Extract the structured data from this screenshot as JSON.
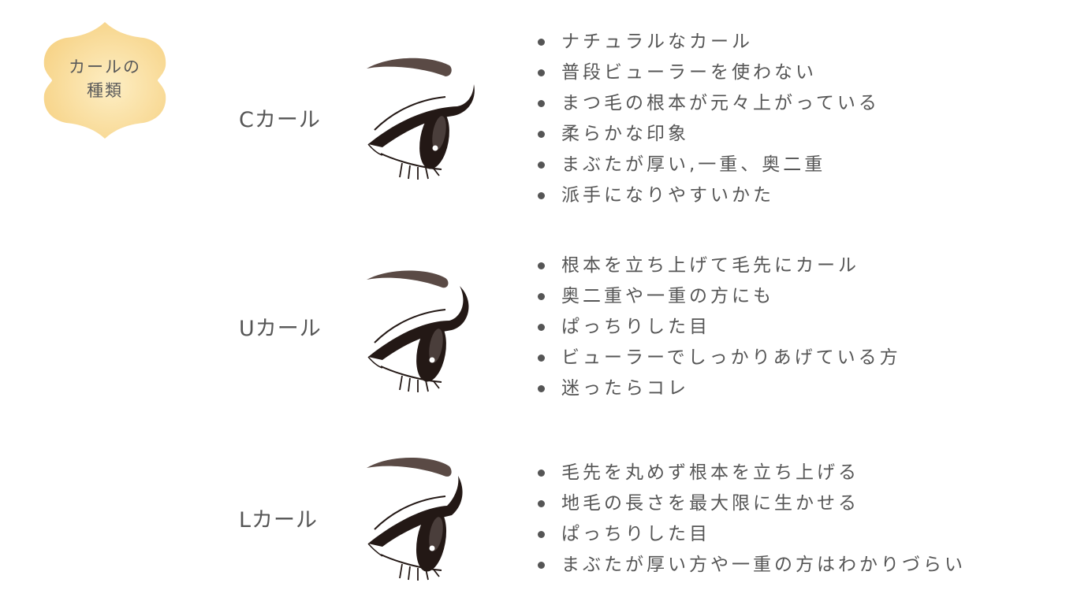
{
  "badge": {
    "line1": "カールの",
    "line2": "種類",
    "fill_color": "#f9dc96",
    "fill_color_light": "#fdeec4"
  },
  "sections": [
    {
      "label": "Cカール",
      "eye_icon": "eye-c-curl-icon",
      "bullets": [
        "ナチュラルなカール",
        "普段ビューラーを使わない",
        "まつ毛の根本が元々上がっている",
        "柔らかな印象",
        "まぶたが厚い,一重、奥二重",
        "派手になりやすいかた"
      ]
    },
    {
      "label": "Uカール",
      "eye_icon": "eye-u-curl-icon",
      "bullets": [
        "根本を立ち上げて毛先にカール",
        "奥二重や一重の方にも",
        "ぱっちりした目",
        "ビューラーでしっかりあげている方",
        "迷ったらコレ"
      ]
    },
    {
      "label": "Lカール",
      "eye_icon": "eye-l-curl-icon",
      "bullets": [
        "毛先を丸めず根本を立ち上げる",
        "地毛の長さを最大限に生かせる",
        "ぱっちりした目",
        "まぶたが厚い方や一重の方はわかりづらい"
      ]
    }
  ],
  "colors": {
    "text": "#555555",
    "eye_dark": "#231815",
    "brow": "#5a4a45",
    "iris": "#4a3e3b"
  }
}
